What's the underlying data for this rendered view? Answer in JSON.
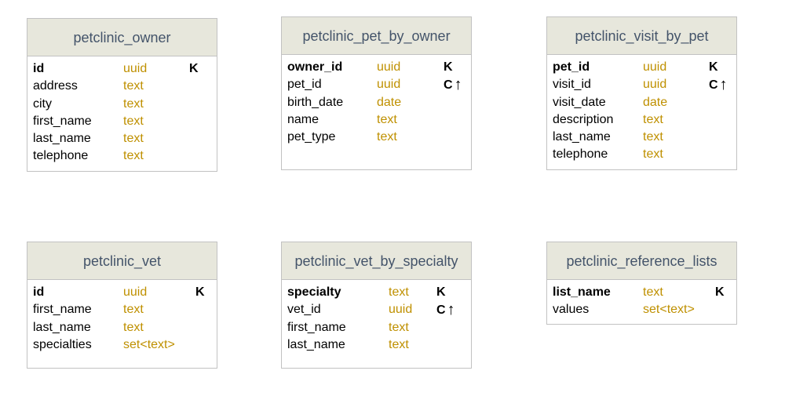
{
  "tables": [
    {
      "name": "petclinic_owner",
      "columns": [
        {
          "name": "id",
          "type": "uuid",
          "key": "K",
          "arrow": "",
          "is_key": true
        },
        {
          "name": "address",
          "type": "text",
          "key": "",
          "arrow": "",
          "is_key": false
        },
        {
          "name": "city",
          "type": "text",
          "key": "",
          "arrow": "",
          "is_key": false
        },
        {
          "name": "first_name",
          "type": "text",
          "key": "",
          "arrow": "",
          "is_key": false
        },
        {
          "name": "last_name",
          "type": "text",
          "key": "",
          "arrow": "",
          "is_key": false
        },
        {
          "name": "telephone",
          "type": "text",
          "key": "",
          "arrow": "",
          "is_key": false
        }
      ]
    },
    {
      "name": "petclinic_pet_by_owner",
      "columns": [
        {
          "name": "owner_id",
          "type": "uuid",
          "key": "K",
          "arrow": "",
          "is_key": true
        },
        {
          "name": "pet_id",
          "type": "uuid",
          "key": "C",
          "arrow": "↑",
          "is_key": false
        },
        {
          "name": "birth_date",
          "type": "date",
          "key": "",
          "arrow": "",
          "is_key": false
        },
        {
          "name": "name",
          "type": "text",
          "key": "",
          "arrow": "",
          "is_key": false
        },
        {
          "name": "pet_type",
          "type": "text",
          "key": "",
          "arrow": "",
          "is_key": false
        }
      ]
    },
    {
      "name": "petclinic_visit_by_pet",
      "columns": [
        {
          "name": "pet_id",
          "type": "uuid",
          "key": "K",
          "arrow": "",
          "is_key": true
        },
        {
          "name": "visit_id",
          "type": "uuid",
          "key": "C",
          "arrow": "↑",
          "is_key": false
        },
        {
          "name": "visit_date",
          "type": "date",
          "key": "",
          "arrow": "",
          "is_key": false
        },
        {
          "name": "description",
          "type": "text",
          "key": "",
          "arrow": "",
          "is_key": false
        },
        {
          "name": "last_name",
          "type": "text",
          "key": "",
          "arrow": "",
          "is_key": false
        },
        {
          "name": "telephone",
          "type": "text",
          "key": "",
          "arrow": "",
          "is_key": false
        }
      ]
    },
    {
      "name": "petclinic_vet",
      "columns": [
        {
          "name": "id",
          "type": "uuid",
          "key": "K",
          "arrow": "",
          "is_key": true
        },
        {
          "name": "first_name",
          "type": "text",
          "key": "",
          "arrow": "",
          "is_key": false
        },
        {
          "name": "last_name",
          "type": "text",
          "key": "",
          "arrow": "",
          "is_key": false
        },
        {
          "name": "specialties",
          "type": "set<text>",
          "key": "",
          "arrow": "",
          "is_key": false
        }
      ]
    },
    {
      "name": "petclinic_vet_by_specialty",
      "columns": [
        {
          "name": "specialty",
          "type": "text",
          "key": "K",
          "arrow": "",
          "is_key": true
        },
        {
          "name": "vet_id",
          "type": "uuid",
          "key": "C",
          "arrow": "↑",
          "is_key": false
        },
        {
          "name": "first_name",
          "type": "text",
          "key": "",
          "arrow": "",
          "is_key": false
        },
        {
          "name": "last_name",
          "type": "text",
          "key": "",
          "arrow": "",
          "is_key": false
        }
      ]
    },
    {
      "name": "petclinic_reference_lists",
      "columns": [
        {
          "name": "list_name",
          "type": "text",
          "key": "K",
          "arrow": "",
          "is_key": true
        },
        {
          "name": "values",
          "type": "set<text>",
          "key": "",
          "arrow": "",
          "is_key": false
        }
      ]
    }
  ]
}
